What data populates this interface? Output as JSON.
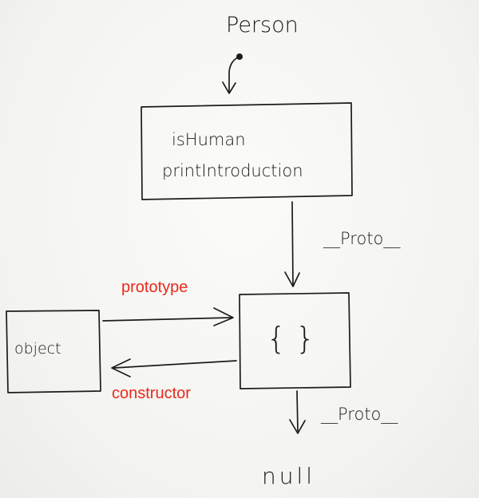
{
  "nodes": {
    "person": {
      "label": "Person"
    },
    "person_box": {
      "lines": [
        "isHuman",
        "printIntroduction"
      ]
    },
    "proto_obj": {
      "label": "{ }"
    },
    "object": {
      "label": "object"
    },
    "null": {
      "label": "null"
    }
  },
  "edges": {
    "person_to_box": {
      "label": ""
    },
    "box_proto": {
      "label": "__Proto__"
    },
    "prototype": {
      "label": "prototype",
      "color": "#e8291c"
    },
    "constructor": {
      "label": "constructor",
      "color": "#e8291c"
    },
    "obj_proto": {
      "label": "__Proto__"
    }
  },
  "colors": {
    "ink": "#1c1c1c",
    "annotation": "#e8291c",
    "paper": "#f6f6f4"
  }
}
